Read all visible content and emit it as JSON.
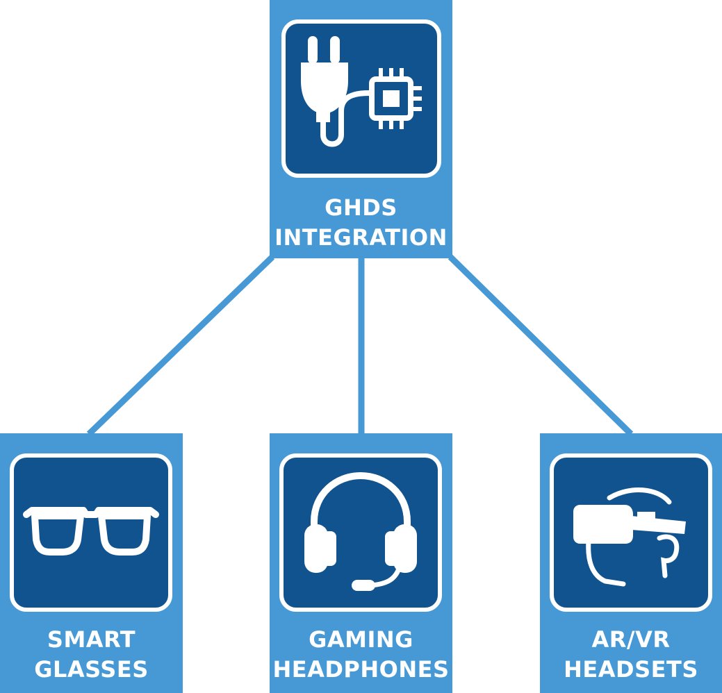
{
  "colors": {
    "card_background": "#4799d6",
    "icon_background": "#11538e",
    "connector": "#4799d6",
    "foreground": "#ffffff"
  },
  "root": {
    "icon": "plug-chip-icon",
    "label_lines": [
      "GHDS",
      "INTEGRATION"
    ]
  },
  "children": [
    {
      "icon": "glasses-icon",
      "label_lines": [
        "SMART",
        "GLASSES"
      ]
    },
    {
      "icon": "headphones-icon",
      "label_lines": [
        "GAMING",
        "HEADPHONES"
      ]
    },
    {
      "icon": "vr-headset-icon",
      "label_lines": [
        "AR/VR",
        "HEADSETS"
      ]
    }
  ]
}
